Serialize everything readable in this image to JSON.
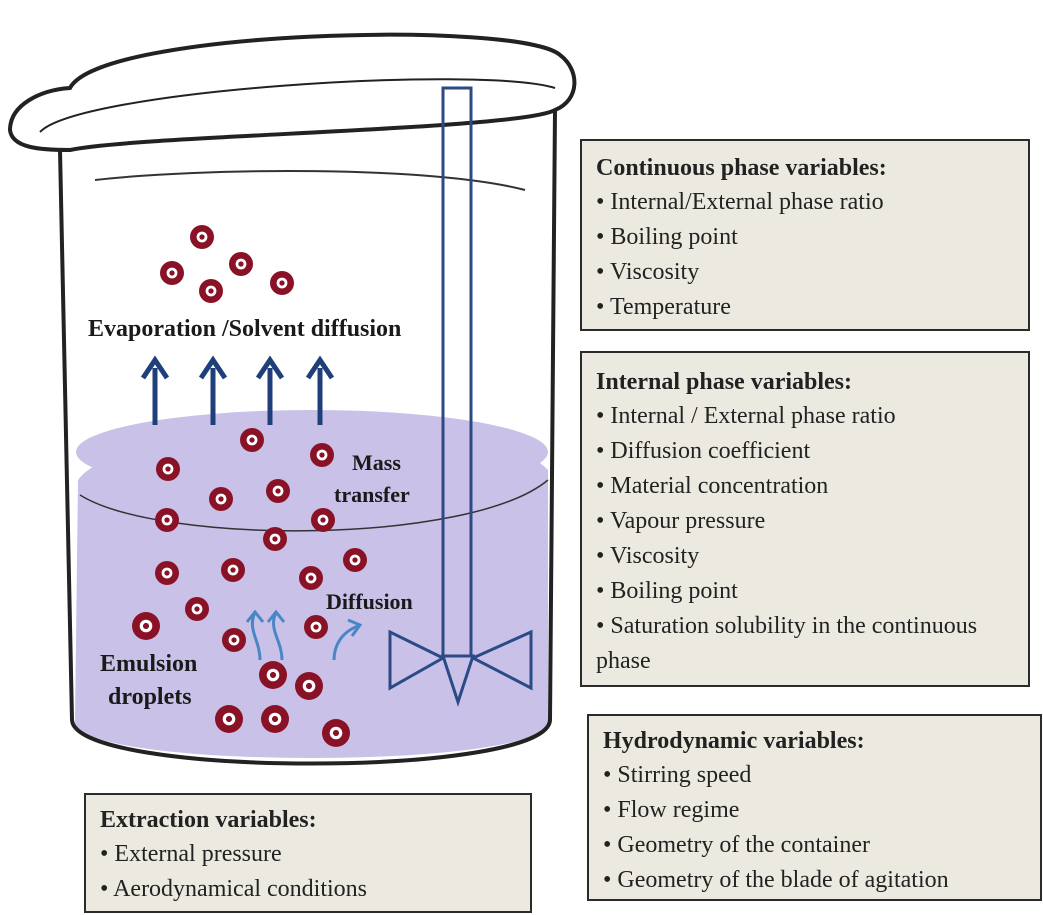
{
  "diagram": {
    "labels": {
      "evaporation": "Evaporation /Solvent diffusion",
      "mass_transfer_line1": "Mass",
      "mass_transfer_line2": "transfer",
      "diffusion": "Diffusion",
      "emulsion_line1": "Emulsion",
      "emulsion_line2": "droplets"
    },
    "colors": {
      "liquid": "#c9c1e8",
      "droplet": "#8a1226",
      "arrow": "#1f3f7a",
      "diffusion_arrow": "#4a86c6",
      "stirrer": "#2b4a86",
      "box_fill": "#eceae0"
    },
    "boxes": {
      "continuous": {
        "title": "Continuous phase variables:",
        "items": [
          "• Internal/External phase ratio",
          "• Boiling point",
          "• Viscosity",
          "• Temperature"
        ]
      },
      "internal": {
        "title": "Internal phase variables:",
        "items": [
          "• Internal / External phase ratio",
          "• Diffusion coefficient",
          "• Material concentration",
          "• Vapour pressure",
          "• Viscosity",
          "• Boiling point",
          "• Saturation solubility in the continuous  phase"
        ]
      },
      "hydrodynamic": {
        "title": "Hydrodynamic variables:",
        "items": [
          "• Stirring speed",
          "• Flow regime",
          "• Geometry of the container",
          "• Geometry of the blade of agitation"
        ]
      },
      "extraction": {
        "title": "Extraction variables:",
        "items": [
          "• External pressure",
          "• Aerodynamical conditions"
        ]
      }
    }
  }
}
